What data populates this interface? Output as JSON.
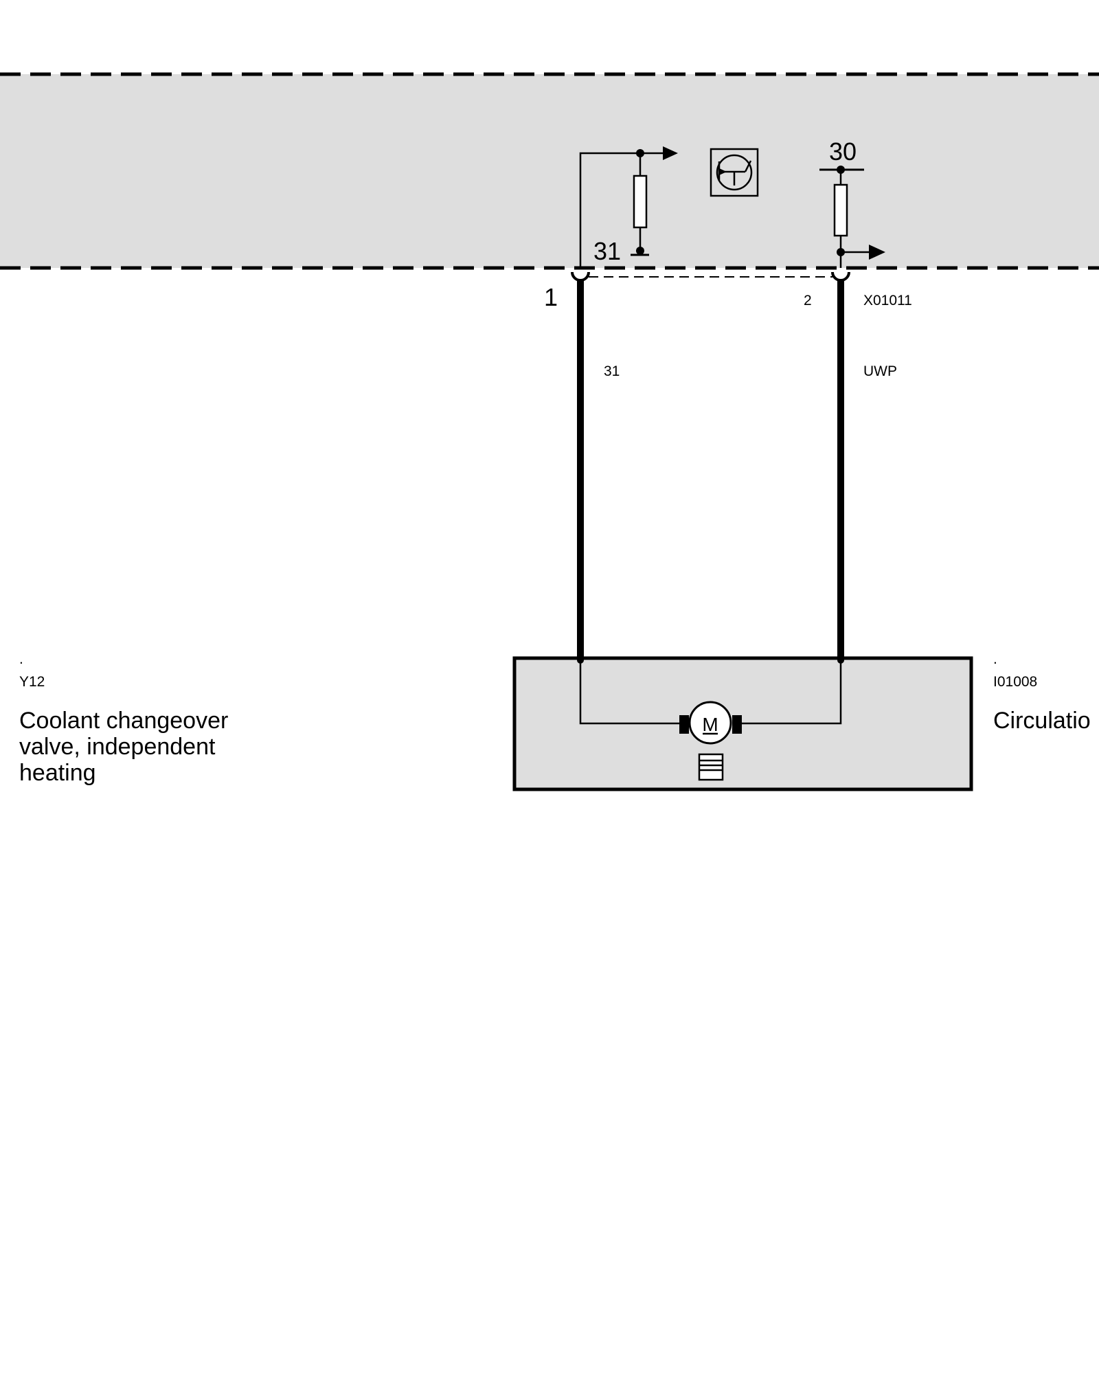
{
  "module": {
    "terminal_ground": "31",
    "terminal_supply": "30"
  },
  "connector": {
    "id": "X01011",
    "pin1": "1",
    "pin2": "2"
  },
  "wires": {
    "left": "31",
    "right": "UWP"
  },
  "components": {
    "left": {
      "dot": ".",
      "id": "Y12",
      "name_lines": [
        "Coolant changeover",
        "valve, independent",
        "heating"
      ]
    },
    "right": {
      "dot": ".",
      "id": "I01008",
      "name": "Circulatio"
    }
  },
  "motor": {
    "letter": "M"
  },
  "icons": {
    "transistor": "transistor-icon",
    "motor": "motor-icon",
    "pump": "pump-icon",
    "ground": "ground-icon",
    "resistor": "resistor-icon"
  },
  "colors": {
    "module_fill": "#dedede",
    "component_fill": "#dedede",
    "line": "#000000"
  }
}
